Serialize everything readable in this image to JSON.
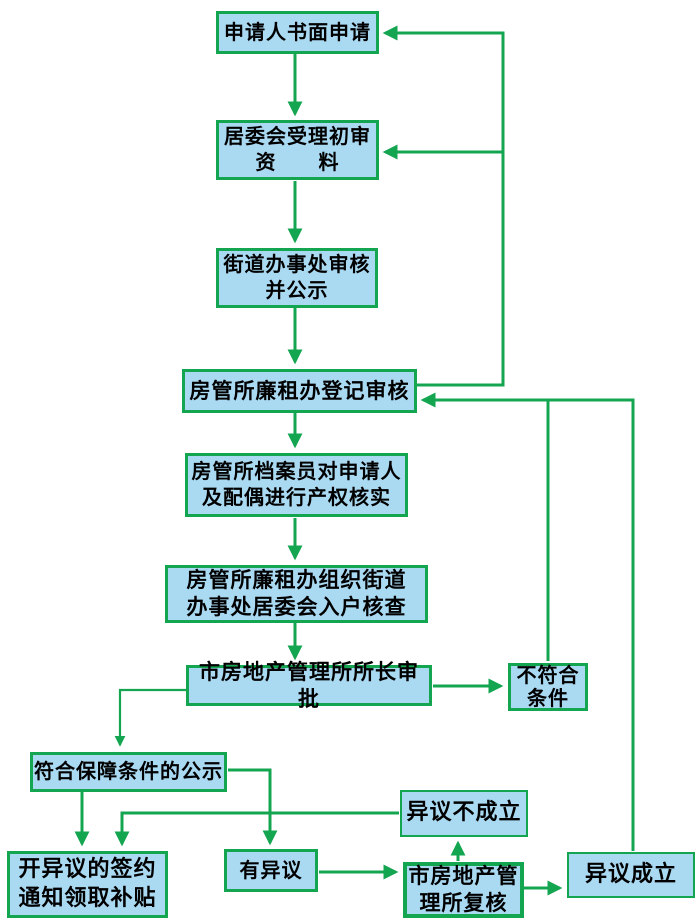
{
  "diagram": {
    "type": "flowchart",
    "language": "zh-CN",
    "colors": {
      "background": "#FFFFFF",
      "box_fill": "#AAD9F2",
      "box_border": "#14A551",
      "line": "#14A551",
      "text": "#000000"
    },
    "nodes": {
      "b1": {
        "id": "applicant-written-application",
        "label": "申请人书面申请"
      },
      "b2": {
        "id": "committee-initial-review",
        "label": "居委会受理初审\n资　　料"
      },
      "b3": {
        "id": "street-office-review",
        "label": "街道办事处审核\n并公示"
      },
      "b4": {
        "id": "housing-office-registration-review",
        "label": "房管所廉租办登记审核"
      },
      "b5": {
        "id": "archivist-property-verification",
        "label": "房管所档案员对申请人\n及配偶进行产权核实"
      },
      "b6": {
        "id": "household-verification",
        "label": "房管所廉租办组织街道\n办事处居委会入户核查"
      },
      "b7": {
        "id": "director-approval",
        "label": "市房地产管理所所长审批"
      },
      "b8": {
        "id": "not-qualified",
        "label": "不符合\n条件"
      },
      "b9": {
        "id": "qualified-publicity",
        "label": "符合保障条件的公示"
      },
      "b10": {
        "id": "sign-notice-subsidy",
        "label": "开异议的签约\n通知领取补贴"
      },
      "b11": {
        "id": "has-objection",
        "label": "有异议"
      },
      "b12": {
        "id": "objection-rejected",
        "label": "异议不成立"
      },
      "b13": {
        "id": "city-office-recheck",
        "label": "市房地产管\n理所复核"
      },
      "b14": {
        "id": "objection-upheld",
        "label": "异议成立"
      }
    },
    "edges": [
      {
        "from": "applicant-written-application",
        "to": "committee-initial-review"
      },
      {
        "from": "committee-initial-review",
        "to": "street-office-review"
      },
      {
        "from": "street-office-review",
        "to": "housing-office-registration-review"
      },
      {
        "from": "housing-office-registration-review",
        "to": "archivist-property-verification"
      },
      {
        "from": "archivist-property-verification",
        "to": "household-verification"
      },
      {
        "from": "household-verification",
        "to": "director-approval"
      },
      {
        "from": "director-approval",
        "to": "not-qualified"
      },
      {
        "from": "director-approval",
        "to": "qualified-publicity"
      },
      {
        "from": "qualified-publicity",
        "to": "sign-notice-subsidy"
      },
      {
        "from": "qualified-publicity",
        "to": "has-objection"
      },
      {
        "from": "objection-rejected",
        "to": "sign-notice-subsidy"
      },
      {
        "from": "has-objection",
        "to": "city-office-recheck"
      },
      {
        "from": "city-office-recheck",
        "to": "objection-rejected"
      },
      {
        "from": "city-office-recheck",
        "to": "objection-upheld"
      },
      {
        "from": "objection-upheld",
        "to": "housing-office-registration-review"
      },
      {
        "from": "not-qualified",
        "to": "housing-office-registration-review"
      },
      {
        "from": "housing-office-registration-review",
        "to": "applicant-written-application"
      },
      {
        "from": "housing-office-registration-review",
        "to": "committee-initial-review"
      }
    ]
  }
}
